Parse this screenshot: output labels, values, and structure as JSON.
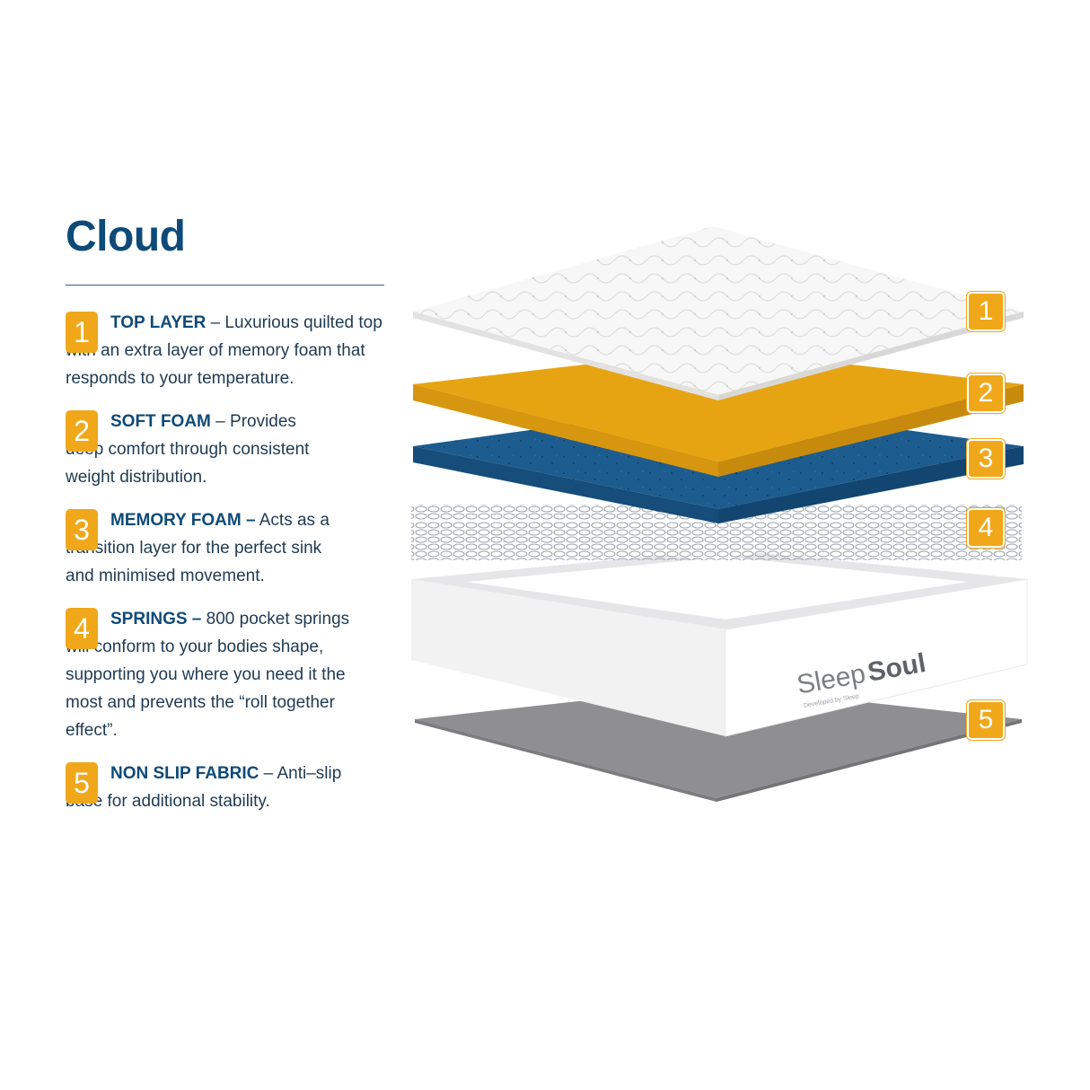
{
  "title": "Cloud",
  "items": [
    {
      "num": "1",
      "heading": "TOP LAYER",
      "body": " – Luxurious quilted top with an extra layer of memory foam that responds to your temperature."
    },
    {
      "num": "2",
      "heading": "SOFT FOAM",
      "body": " – Provides deep comfort through consistent weight distribution."
    },
    {
      "num": "3",
      "heading": "MEMORY FOAM –",
      "body": " Acts as a transition layer for the perfect sink and minimised movement."
    },
    {
      "num": "4",
      "heading": "SPRINGS –",
      "body": " 800 pocket springs will conform to your bodies shape, supporting you where you need it the most and prevents the “roll together effect”."
    },
    {
      "num": "5",
      "heading": "NON SLIP FABRIC",
      "body": " – Anti–slip base for additional stability."
    }
  ],
  "layer_labels": [
    "1",
    "2",
    "3",
    "4",
    "5"
  ],
  "brand": {
    "name_light": "Sleep",
    "name_bold": "Soul",
    "tagline": "Developed by Sleep"
  },
  "colors": {
    "accent": "#f0a81a",
    "navy": "#0e4a78",
    "foam_blue": "#1d5c8e",
    "foam_yellow": "#e7a412"
  }
}
